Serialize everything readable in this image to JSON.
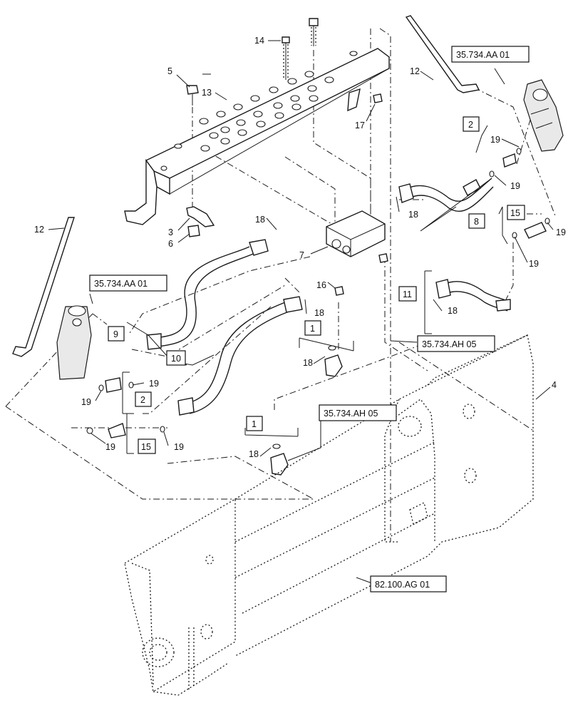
{
  "callouts": {
    "c14": "14",
    "c5": "5",
    "c13": "13",
    "c3": "3",
    "c6": "6",
    "c17": "17",
    "c12a": "12",
    "c12b": "12",
    "c18a": "18",
    "c7": "7",
    "c16": "16",
    "c18b": "18",
    "c18c": "18",
    "c18d": "18",
    "c18e": "18",
    "c18f": "18",
    "c19a": "19",
    "c19b": "19",
    "c19c": "19",
    "c19d": "19",
    "c19e": "19",
    "c19f": "19",
    "c19g": "19",
    "c19h": "19",
    "c4": "4",
    "c2b": "2",
    "c15b": "15"
  },
  "boxes": {
    "b2a": "2",
    "b8": "8",
    "b15a": "15",
    "b11": "11",
    "b9": "9",
    "b10": "10",
    "b1a": "1",
    "b1b": "1",
    "b2b": "2",
    "b15b": "15"
  },
  "refs": {
    "r1": "35.734.AA 01",
    "r2": "35.734.AA 01",
    "r3": "35.734.AH 05",
    "r4": "35.734.AH 05",
    "r5": "82.100.AG 01"
  }
}
